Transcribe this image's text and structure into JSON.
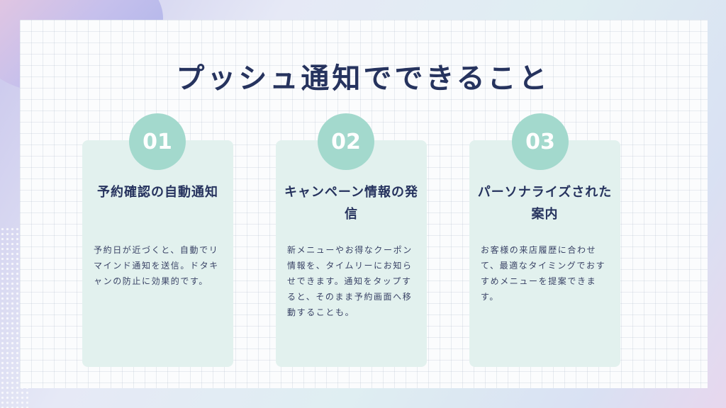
{
  "title": "プッシュ通知でできること",
  "cards": [
    {
      "number": "01",
      "title": "予約確認の自動通知",
      "body": "予約日が近づくと、自動でリマインド通知を送信。ドタキャンの防止に効果的です。"
    },
    {
      "number": "02",
      "title": "キャンペーン情報の発信",
      "body": "新メニューやお得なクーポン情報を、タイムリーにお知らせできます。通知をタップすると、そのまま予約画面へ移動することも。"
    },
    {
      "number": "03",
      "title": "パーソナライズされた案内",
      "body": "お客様の来店履歴に合わせて、最適なタイミングでおすすめメニューを提案できます。"
    }
  ],
  "colors": {
    "accent": "#a3d9cd",
    "card_bg": "#e2f1ee",
    "heading": "#26335e"
  }
}
